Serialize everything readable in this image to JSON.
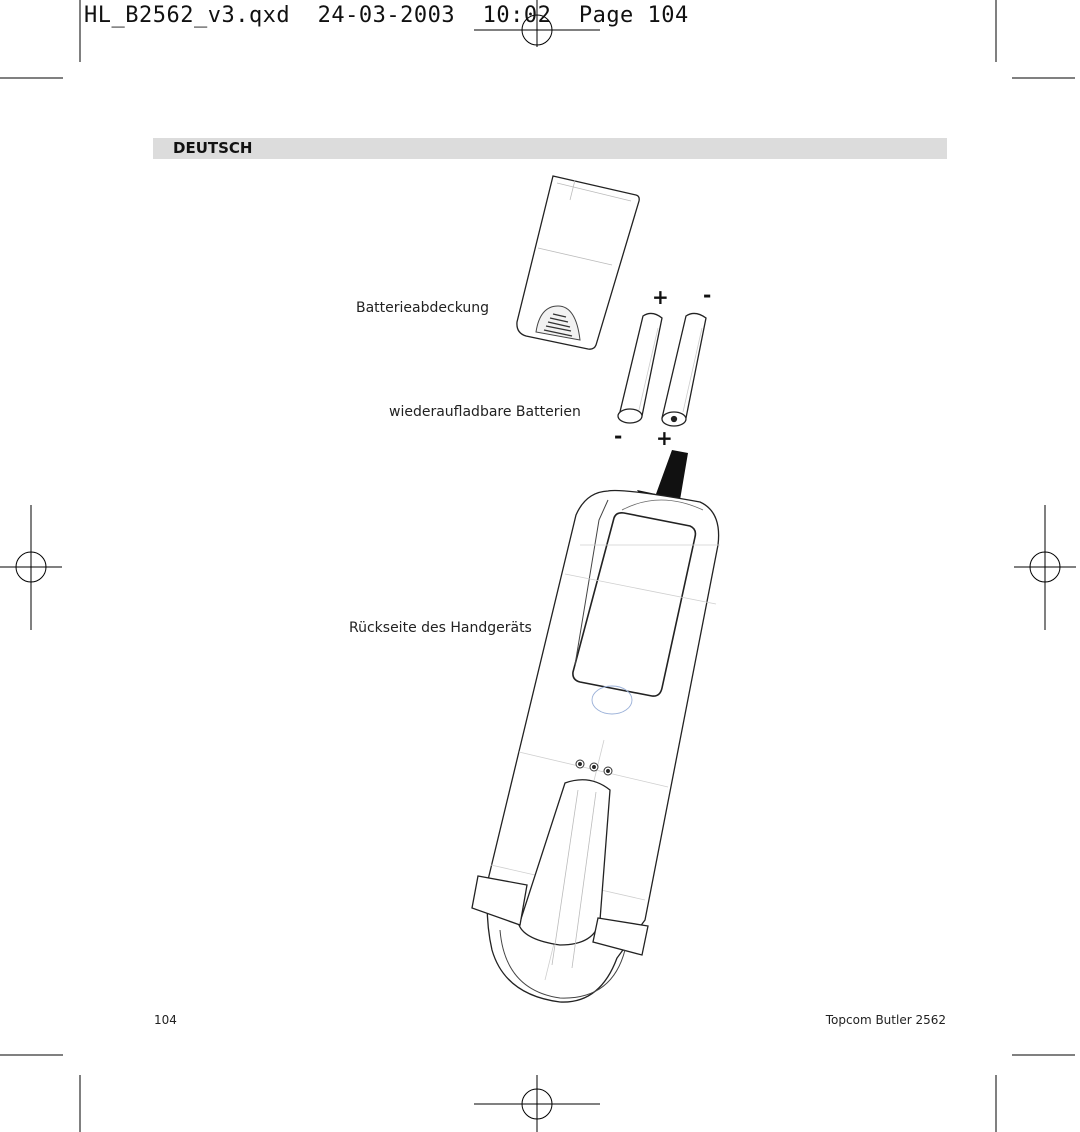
{
  "slug": {
    "text": "HL_B2562_v3.qxd  24-03-2003  10:02  Page 104"
  },
  "section": {
    "title": "DEUTSCH"
  },
  "labels": {
    "battery_cover": "Batterieabdeckung",
    "rechargeable_batteries": "wiederaufladbare Batterien",
    "handset_back": "Rückseite des Handgeräts"
  },
  "polarity": {
    "top_plus": "+",
    "top_minus": "-",
    "bottom_minus": "-",
    "bottom_plus": "+"
  },
  "footer": {
    "page_number": "104",
    "product": "Topcom Butler 2562"
  },
  "icons": {
    "registration_mark": "crosshair-circle-icon",
    "insert_arrow": "arrow-down-icon"
  }
}
